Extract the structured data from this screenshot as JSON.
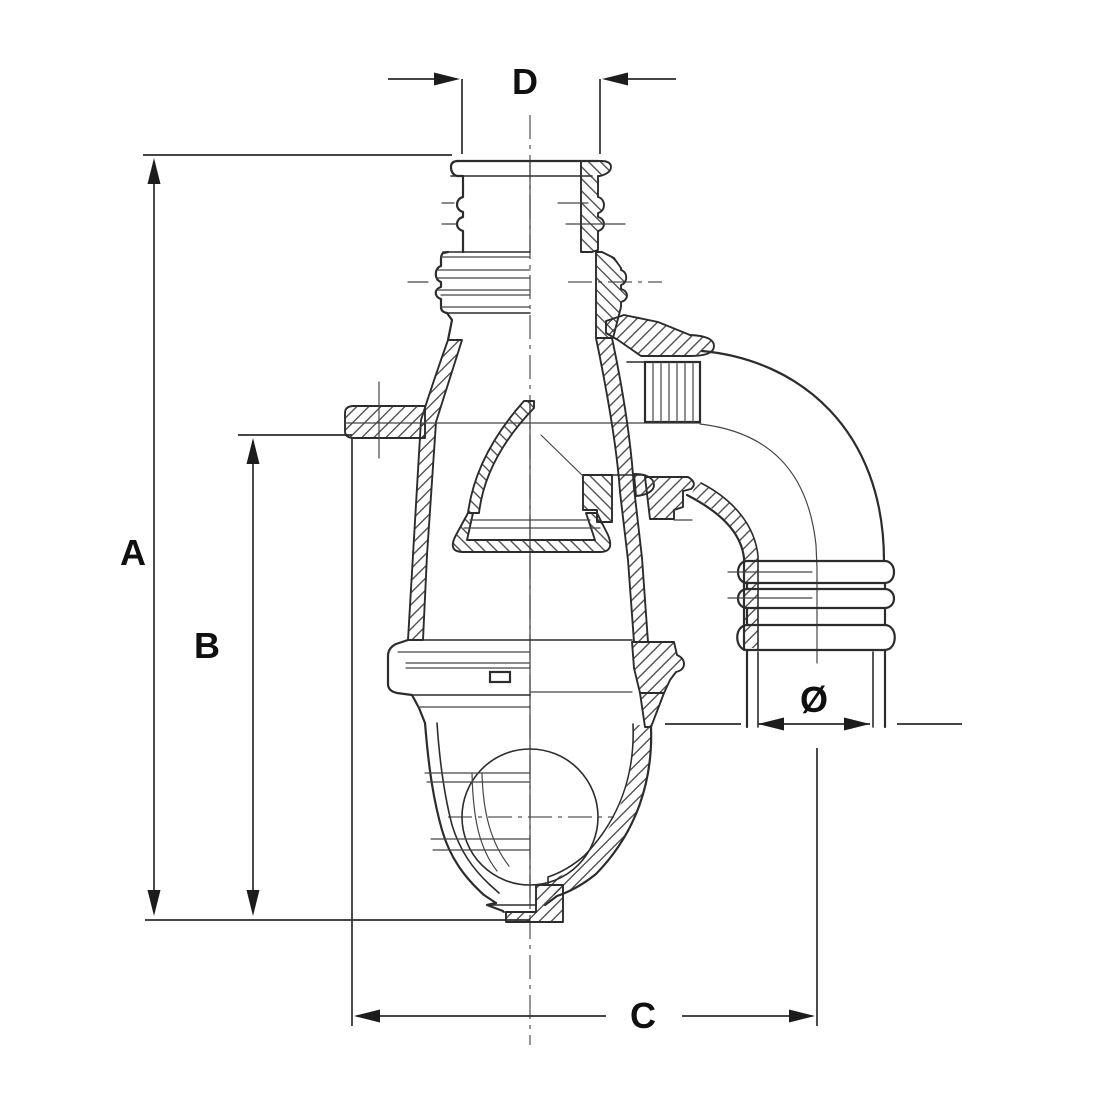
{
  "drawing": {
    "labels": {
      "a": "A",
      "b": "B",
      "c": "C",
      "d": "D",
      "diameter": "Ø"
    },
    "colors": {
      "background": "#ffffff",
      "line": "#2c2c2c",
      "thin_line": "#454545",
      "centerline": "#565656",
      "label": "#101010"
    }
  }
}
